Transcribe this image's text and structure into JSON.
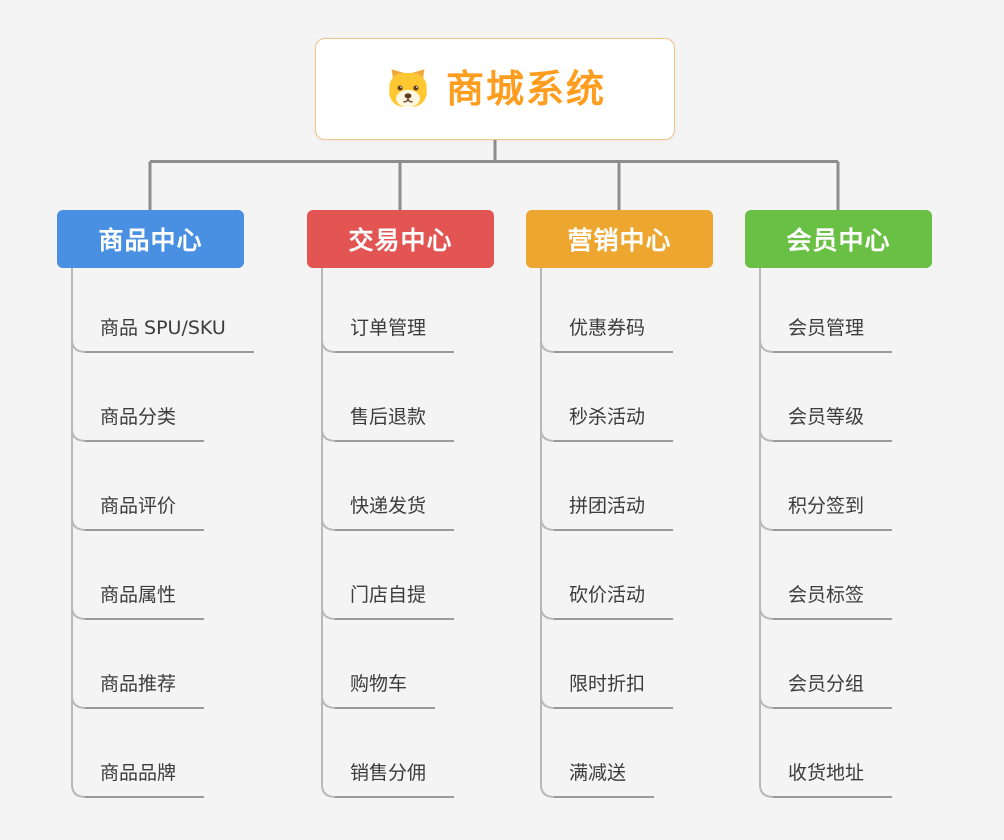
{
  "root": {
    "title": "商城系统",
    "title_color": "#ff9d1f",
    "border_color": "#f0c389",
    "icon": "dog-icon"
  },
  "branches": [
    {
      "id": "product-center",
      "label": "商品中心",
      "color": "#4a90e2",
      "children": [
        "商品 SPU/SKU",
        "商品分类",
        "商品评价",
        "商品属性",
        "商品推荐",
        "商品品牌"
      ]
    },
    {
      "id": "trade-center",
      "label": "交易中心",
      "color": "#e25552",
      "children": [
        "订单管理",
        "售后退款",
        "快递发货",
        "门店自提",
        "购物车",
        "销售分佣"
      ]
    },
    {
      "id": "marketing-center",
      "label": "营销中心",
      "color": "#eda62f",
      "children": [
        "优惠券码",
        "秒杀活动",
        "拼团活动",
        "砍价活动",
        "限时折扣",
        "满减送"
      ]
    },
    {
      "id": "member-center",
      "label": "会员中心",
      "color": "#6abf45",
      "children": [
        "会员管理",
        "会员等级",
        "积分签到",
        "会员标签",
        "会员分组",
        "收货地址"
      ]
    }
  ]
}
